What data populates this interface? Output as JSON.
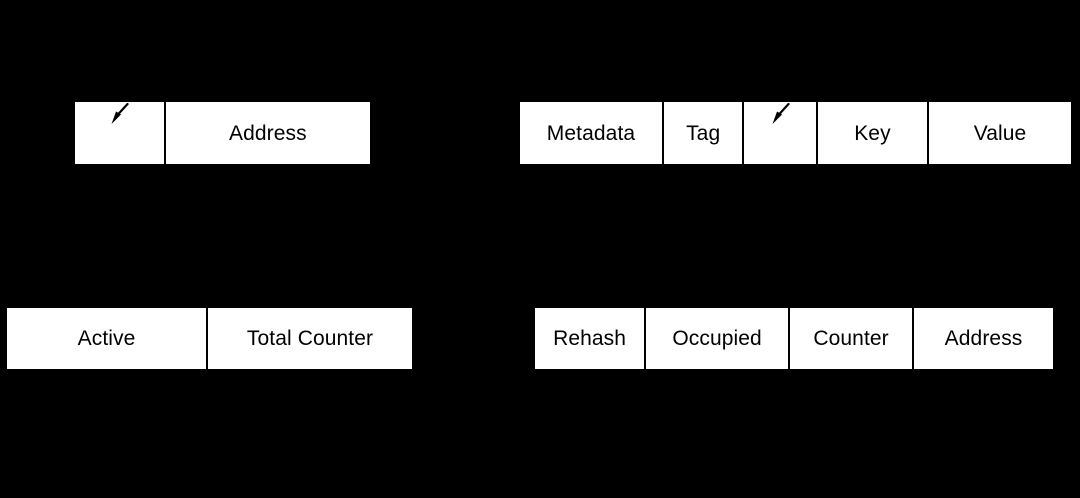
{
  "diagram": {
    "background_color": "#000000",
    "box_fill_color": "#ffffff",
    "line_color": "#000000",
    "rows": [
      {
        "id": "address-pointer",
        "name": "address-pointer-row",
        "cells": [
          {
            "label": "",
            "marker": "arrow-icon",
            "empty": true
          },
          {
            "label": "Address",
            "marker": null,
            "empty": false
          }
        ]
      },
      {
        "id": "bucket-entry",
        "name": "bucket-entry-row",
        "cells": [
          {
            "label": "Metadata",
            "marker": null,
            "empty": false
          },
          {
            "label": "Tag",
            "marker": null,
            "empty": false
          },
          {
            "label": "",
            "marker": "arrow-icon",
            "empty": true
          },
          {
            "label": "Key",
            "marker": null,
            "empty": false
          },
          {
            "label": "Value",
            "marker": null,
            "empty": false
          }
        ]
      },
      {
        "id": "counters",
        "name": "counters-row",
        "cells": [
          {
            "label": "Active",
            "marker": null,
            "empty": false
          },
          {
            "label": "Total Counter",
            "marker": null,
            "empty": false
          }
        ]
      },
      {
        "id": "table-state",
        "name": "table-state-row",
        "cells": [
          {
            "label": "Rehash",
            "marker": null,
            "empty": false
          },
          {
            "label": "Occupied",
            "marker": null,
            "empty": false
          },
          {
            "label": "Counter",
            "marker": null,
            "empty": false
          },
          {
            "label": "Address",
            "marker": null,
            "empty": false
          }
        ]
      }
    ]
  }
}
